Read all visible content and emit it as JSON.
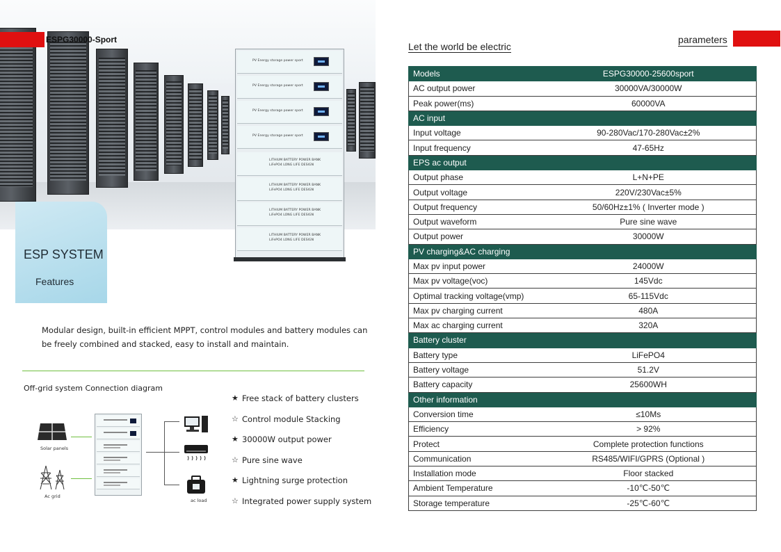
{
  "left": {
    "product_name": "ESPG30000-Sport",
    "cabinet": {
      "pv_module_label": "PV Energy storage power sport",
      "battery_module_line1": "LITHIUM BATTERY POWER BANK",
      "battery_module_line2": "LiFePO4 LONG LIFE DESIGN"
    },
    "esp_title": "ESP SYSTEM",
    "esp_subtitle": "Features",
    "intro_text": "Modular design, built-in efficient MPPT, control modules and battery modules can be freely combined and stacked, easy to install and maintain.",
    "diagram_title": "Off-grid system Connection diagram",
    "diagram_labels": {
      "solar": "Solar panels",
      "grid": "Ac grid",
      "load": "ac load"
    },
    "features": [
      {
        "star": "★",
        "text": "Free stack of battery clusters"
      },
      {
        "star": "☆",
        "text": "Control module Stacking"
      },
      {
        "star": "★",
        "text": "30000W output power"
      },
      {
        "star": "☆",
        "text": "Pure sine wave"
      },
      {
        "star": "★",
        "text": "Lightning surge protection"
      },
      {
        "star": "☆",
        "text": "Integrated power supply system"
      }
    ]
  },
  "right": {
    "tagline": "Let the world be electric",
    "params_title": "parameters",
    "rows": [
      {
        "section": true,
        "k": "Models",
        "v": "ESPG30000-25600sport"
      },
      {
        "k": "AC output power",
        "v": "30000VA/30000W"
      },
      {
        "k": "Peak power(ms)",
        "v": "60000VA"
      },
      {
        "section": true,
        "k": "AC input",
        "v": ""
      },
      {
        "k": "Input voltage",
        "v": "90-280Vac/170-280Vac±2%"
      },
      {
        "k": "Input frequency",
        "v": "47-65Hz"
      },
      {
        "section": true,
        "k": "EPS ac output",
        "v": ""
      },
      {
        "k": "Output phase",
        "v": "L+N+PE"
      },
      {
        "k": "Output voltage",
        "v": "220V/230Vac±5%"
      },
      {
        "k": "Output frequency",
        "v": "50/60Hz±1% ( Inverter mode )"
      },
      {
        "k": "Output waveform",
        "v": "Pure sine wave"
      },
      {
        "k": "Output power",
        "v": "30000W"
      },
      {
        "section": true,
        "k": "PV charging&AC charging",
        "v": ""
      },
      {
        "k": "Max pv input power",
        "v": "24000W"
      },
      {
        "k": "Max pv voltage(voc)",
        "v": "145Vdc"
      },
      {
        "k": "Optimal tracking voltage(vmp)",
        "v": "65-115Vdc"
      },
      {
        "k": "Max pv charging current",
        "v": "480A"
      },
      {
        "k": "Max ac charging current",
        "v": "320A"
      },
      {
        "section": true,
        "k": "Battery cluster",
        "v": ""
      },
      {
        "k": "Battery type",
        "v": "LiFePO4"
      },
      {
        "k": "Battery voltage",
        "v": "51.2V"
      },
      {
        "k": "Battery capacity",
        "v": "25600WH"
      },
      {
        "section": true,
        "k": "Other information",
        "v": ""
      },
      {
        "k": "Conversion time",
        "v": "≤10Ms"
      },
      {
        "k": "Efficiency",
        "v": "> 92%"
      },
      {
        "k": "Protect",
        "v": "Complete protection functions"
      },
      {
        "k": "Communication",
        "v": "RS485/WIFI/GPRS (Optional )"
      },
      {
        "k": "Installation mode",
        "v": "Floor stacked"
      },
      {
        "k": "Ambient Temperature",
        "v": "-10℃-50℃"
      },
      {
        "k": "Storage temperature",
        "v": "-25℃-60℃"
      }
    ]
  },
  "colors": {
    "accent_red": "#e01010",
    "section_green": "#1e5b4f",
    "rule_green": "#6fbf3f",
    "esp_box_blue": "#a7d7e9"
  }
}
